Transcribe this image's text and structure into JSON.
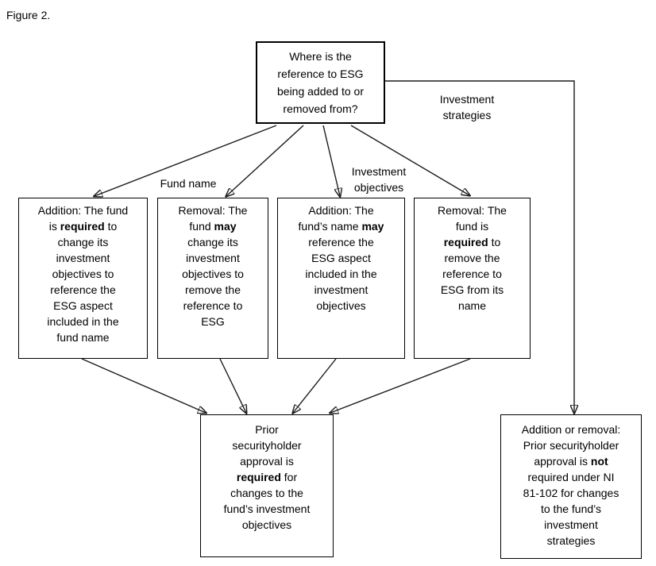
{
  "figure": {
    "label": "Figure 2."
  },
  "colors": {
    "background": "#ffffff",
    "box_border": "#000000",
    "line": "#1b1b1b",
    "text": "#000000"
  },
  "nodes": {
    "question": {
      "segments": [
        {
          "text": "Where is the\nreference to ESG\nbeing added to or\nremoved from?"
        }
      ]
    },
    "fund_name_addition": {
      "segments": [
        {
          "text": "Addition: The fund\nis "
        },
        {
          "text": "required",
          "bold": true
        },
        {
          "text": " to\nchange its\ninvestment\nobjectives to\nreference the\nESG aspect\nincluded in the\nfund name"
        }
      ]
    },
    "fund_name_removal": {
      "segments": [
        {
          "text": "Removal: The\nfund "
        },
        {
          "text": "may",
          "bold": true
        },
        {
          "text": "\nchange its\ninvestment\nobjectives to\nremove the\nreference to\nESG"
        }
      ]
    },
    "objectives_addition": {
      "segments": [
        {
          "text": "Addition: The\nfund’s name "
        },
        {
          "text": "may",
          "bold": true
        },
        {
          "text": "\nreference the\nESG aspect\nincluded in the\ninvestment\nobjectives"
        }
      ]
    },
    "objectives_removal": {
      "segments": [
        {
          "text": "Removal: The\nfund is\n"
        },
        {
          "text": "required",
          "bold": true
        },
        {
          "text": " to\nremove the\nreference to\nESG from its\nname"
        }
      ]
    },
    "approval_required": {
      "segments": [
        {
          "text": "Prior\nsecurityholder\napproval is\n"
        },
        {
          "text": "required",
          "bold": true
        },
        {
          "text": " for\nchanges to the\nfund’s investment\nobjectives"
        }
      ]
    },
    "approval_not_required": {
      "segments": [
        {
          "text": "Addition or removal:\nPrior securityholder\napproval is "
        },
        {
          "text": "not",
          "bold": true
        },
        {
          "text": "\nrequired under NI\n81-102 for changes\nto the fund’s\ninvestment\nstrategies"
        }
      ]
    }
  },
  "edge_labels": {
    "fund_name": "Fund name",
    "investment_objectives": "Investment\nobjectives",
    "investment_strategies": "Investment\nstrategies"
  }
}
